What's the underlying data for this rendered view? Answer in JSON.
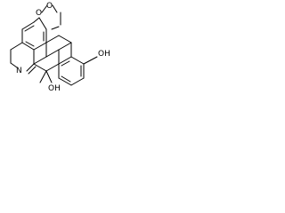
{
  "structure": {
    "colors": {
      "ink": "#000000",
      "background": "#ffffff"
    },
    "labels": {
      "ring_o_top": "O",
      "ring_o_left": "O",
      "nitrogen": "N",
      "hydroxyl_right": "OH",
      "hydroxyl_bottom": "OH"
    }
  }
}
